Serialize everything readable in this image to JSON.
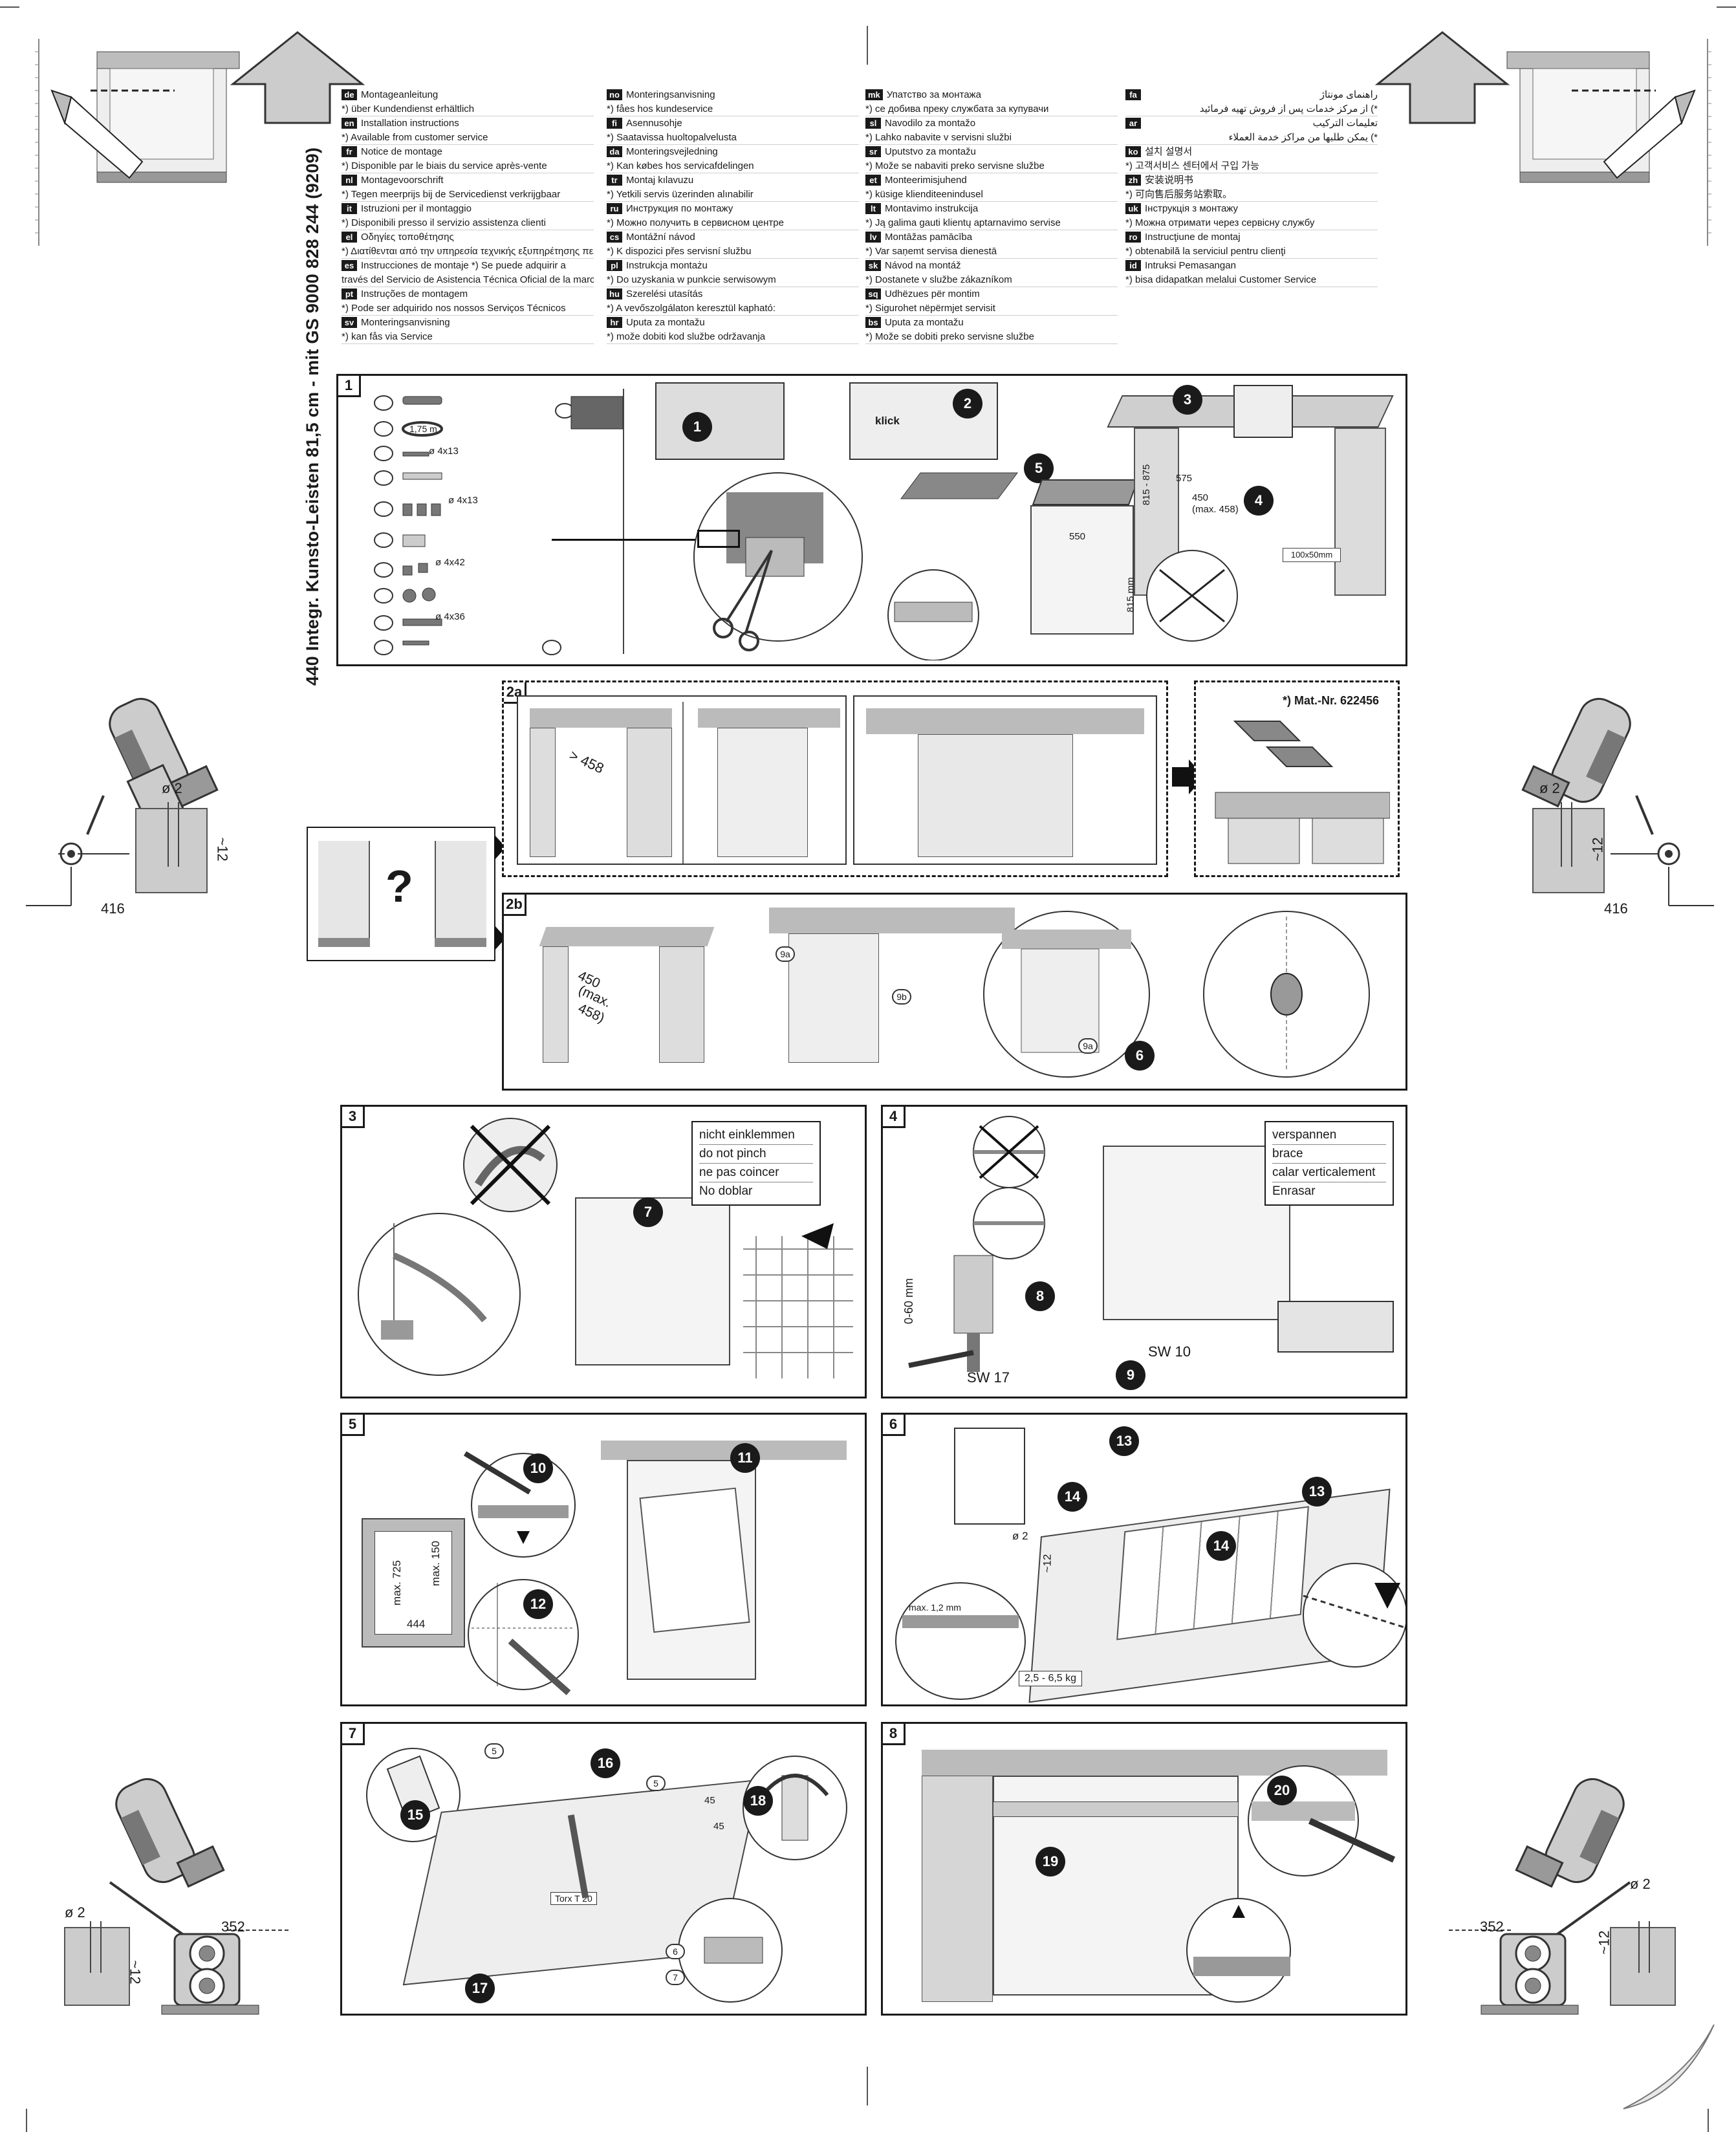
{
  "title": "440 Integr. Kunsto-Leisten 81,5 cm - mit GS   9000 828 244 (9209)",
  "languages": [
    [
      {
        "code": "de",
        "title": "Montageanleitung",
        "note": "*) über Kundendienst erhältlich"
      },
      {
        "code": "en",
        "title": "Installation instructions",
        "note": "*) Available from customer service"
      },
      {
        "code": "fr",
        "title": "Notice de montage",
        "note": "*) Disponible par le biais du service après-vente"
      },
      {
        "code": "nl",
        "title": "Montagevoorschrift",
        "note": "*) Tegen meerprijs bij de Servicedienst verkrijgbaar"
      },
      {
        "code": "it",
        "title": "Istruzioni per il montaggio",
        "note": "*) Disponibili presso il servizio assistenza clienti"
      },
      {
        "code": "el",
        "title": "Οδηγίες τοποθέτησης",
        "note": "*) Διατίθενται από την υπηρεσία τεχνικής εξυπηρέτησης πελατών"
      },
      {
        "code": "es",
        "title": "Instrucciones de montaje    *) Se puede adquirir a",
        "note": "través del Servicio de Asistencia Técnica Oficial de la marca"
      },
      {
        "code": "pt",
        "title": "Instruções de montagem",
        "note": "*) Pode ser adquirido nos nossos Serviços Técnicos"
      },
      {
        "code": "sv",
        "title": "Monteringsanvisning",
        "note": "*) kan fås via Service"
      }
    ],
    [
      {
        "code": "no",
        "title": "Monteringsanvisning",
        "note": "*) fåes hos kundeservice"
      },
      {
        "code": "fi",
        "title": "Asennusohje",
        "note": "*) Saatavissa huoltopalvelusta"
      },
      {
        "code": "da",
        "title": "Monteringsvejledning",
        "note": "*) Kan købes hos servicafdelingen"
      },
      {
        "code": "tr",
        "title": "Montaj kılavuzu",
        "note": "*) Yetkili servis üzerinden alınabilir"
      },
      {
        "code": "ru",
        "title": "Инструкция по монтажу",
        "note": "*) Можно получить в сервисном центре"
      },
      {
        "code": "cs",
        "title": "Montážní návod",
        "note": "*) K dispozici přes servisní službu"
      },
      {
        "code": "pl",
        "title": "Instrukcja montażu",
        "note": "*) Do uzyskania w punkcie serwisowym"
      },
      {
        "code": "hu",
        "title": "Szerelési utasítás",
        "note": "*) A vevőszolgálaton keresztül kapható:"
      },
      {
        "code": "hr",
        "title": "Uputa za montažu",
        "note": "*) može dobiti kod službe održavanja"
      }
    ],
    [
      {
        "code": "mk",
        "title": "Упатство за монтажа",
        "note": "*) се добива преку службата за купувачи"
      },
      {
        "code": "sl",
        "title": "Navodilo za montažo",
        "note": "*) Lahko nabavite v servisni službi"
      },
      {
        "code": "sr",
        "title": "Uputstvo za montažu",
        "note": "*) Može se nabaviti preko servisne službe"
      },
      {
        "code": "et",
        "title": "Monteerimisjuhend",
        "note": "*) küsige klienditeenindusel"
      },
      {
        "code": "lt",
        "title": "Montavimo instrukcija",
        "note": "*) Ją galima gauti klientų aptarnavimo servise"
      },
      {
        "code": "lv",
        "title": "Montāžas pamācība",
        "note": "*) Var saņemt servisa dienestā"
      },
      {
        "code": "sk",
        "title": "Návod na montáž",
        "note": "*) Dostanete v službe zákazníkom"
      },
      {
        "code": "sq",
        "title": "Udhëzues për montim",
        "note": "*) Sigurohet nëpërmjet servisit"
      },
      {
        "code": "bs",
        "title": "Uputa za montažu",
        "note": "*) Može se dobiti preko servisne službe"
      }
    ],
    [
      {
        "code": "fa",
        "title": "راهنمای مونتاژ",
        "note": "*) از مرکز خدمات پس از فروش تهیه فرمائید",
        "rtl": true
      },
      {
        "code": "ar",
        "title": "تعليمات التركيب",
        "note": "*) يمكن طلبها من مراكز خدمة العملاء",
        "rtl": true
      },
      {
        "code": "ko",
        "title": "설치 설명서",
        "note": "*) 고객서비스 센터에서 구입 가능"
      },
      {
        "code": "zh",
        "title": "安装说明书",
        "note": "*) 可向售后服务站索取。"
      },
      {
        "code": "uk",
        "title": "Інструкція з монтажу",
        "note": "*) Можна отримати через сервісну службу"
      },
      {
        "code": "ro",
        "title": "Instrucţiune de montaj",
        "note": "*) obtenabilă la serviciul pentru clienţi"
      },
      {
        "code": "id",
        "title": "Intruksi Pemasangan",
        "note": "*)  bisa didapatkan melalui Customer Service"
      }
    ]
  ],
  "panels": {
    "p1": {
      "num": "1"
    },
    "p2a": {
      "num": "2a"
    },
    "p2b": {
      "num": "2b"
    },
    "p3": {
      "num": "3"
    },
    "p4": {
      "num": "4"
    },
    "p5": {
      "num": "5"
    },
    "p6": {
      "num": "6"
    },
    "p7": {
      "num": "7"
    },
    "p8": {
      "num": "8"
    }
  },
  "parts": {
    "length": "1,75 m",
    "screw_4x13": "ø 4x13",
    "screw_4x13b": "ø 4x13",
    "screw_4x42": "ø 4x42",
    "screw_4x36": "ø 4x36",
    "labels": [
      "1",
      "2",
      "3",
      "4",
      "5",
      "6",
      "7",
      "8",
      "9a",
      "9b",
      "10",
      "11"
    ]
  },
  "p1_labels": {
    "klick": "klick",
    "dim_815_875": "815 - 875",
    "dim_575": "575",
    "dim_450": "450",
    "dim_max458": "(max. 458)",
    "dim_100x50": "100x50mm",
    "dim_550": "550",
    "dim_815mm": "815 mm"
  },
  "p2a_labels": {
    "gt458": "> 458",
    "mat_nr": "*) Mat.-Nr. 622456"
  },
  "p2b_labels": {
    "d450": "450",
    "dmax": "(max.",
    "d458": "458)",
    "ref9a": "9a",
    "ref9b": "9b"
  },
  "question": "?",
  "p3_notes": [
    "nicht einklemmen",
    "do not pinch",
    "ne pas coincer",
    "No doblar"
  ],
  "p4_notes": [
    "verspannen",
    "brace",
    "calar verticalement",
    "Enrasar"
  ],
  "p4_labels": {
    "range": "0-60 mm",
    "sw17": "SW 17",
    "sw10": "SW 10"
  },
  "p5_labels": {
    "max725": "max. 725",
    "max150": "max. 150",
    "d444": "444"
  },
  "p6_labels": {
    "d2": "ø 2",
    "d12": "~12",
    "max12": "max. 1,2 mm",
    "weight": "2,5 - 6,5 kg"
  },
  "p7_labels": {
    "torx": "Torx T 20",
    "a45": "45",
    "b45": "45",
    "r5": "5",
    "r5b": "5",
    "r6": "6",
    "r7": "7"
  },
  "steps": [
    "1",
    "2",
    "3",
    "4",
    "5",
    "6",
    "7",
    "8",
    "9",
    "10",
    "11",
    "12",
    "13",
    "13",
    "14",
    "14",
    "15",
    "16",
    "17",
    "18",
    "19",
    "20"
  ],
  "side": {
    "dia": "ø 2",
    "depth": "~12",
    "d416": "416",
    "d352": "352"
  }
}
